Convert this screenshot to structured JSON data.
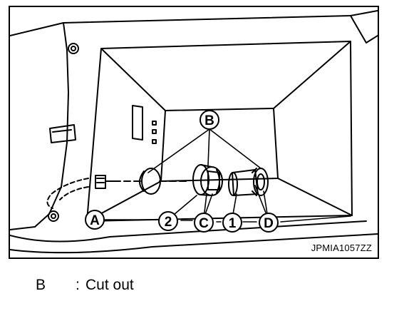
{
  "figure": {
    "code": "JPMIA1057ZZ",
    "callouts": {
      "a": "A",
      "b": "B",
      "c": "C",
      "d": "D",
      "one": "1",
      "two": "2"
    }
  },
  "legend": [
    {
      "key": "B",
      "separator": ":",
      "text": "Cut out"
    }
  ]
}
